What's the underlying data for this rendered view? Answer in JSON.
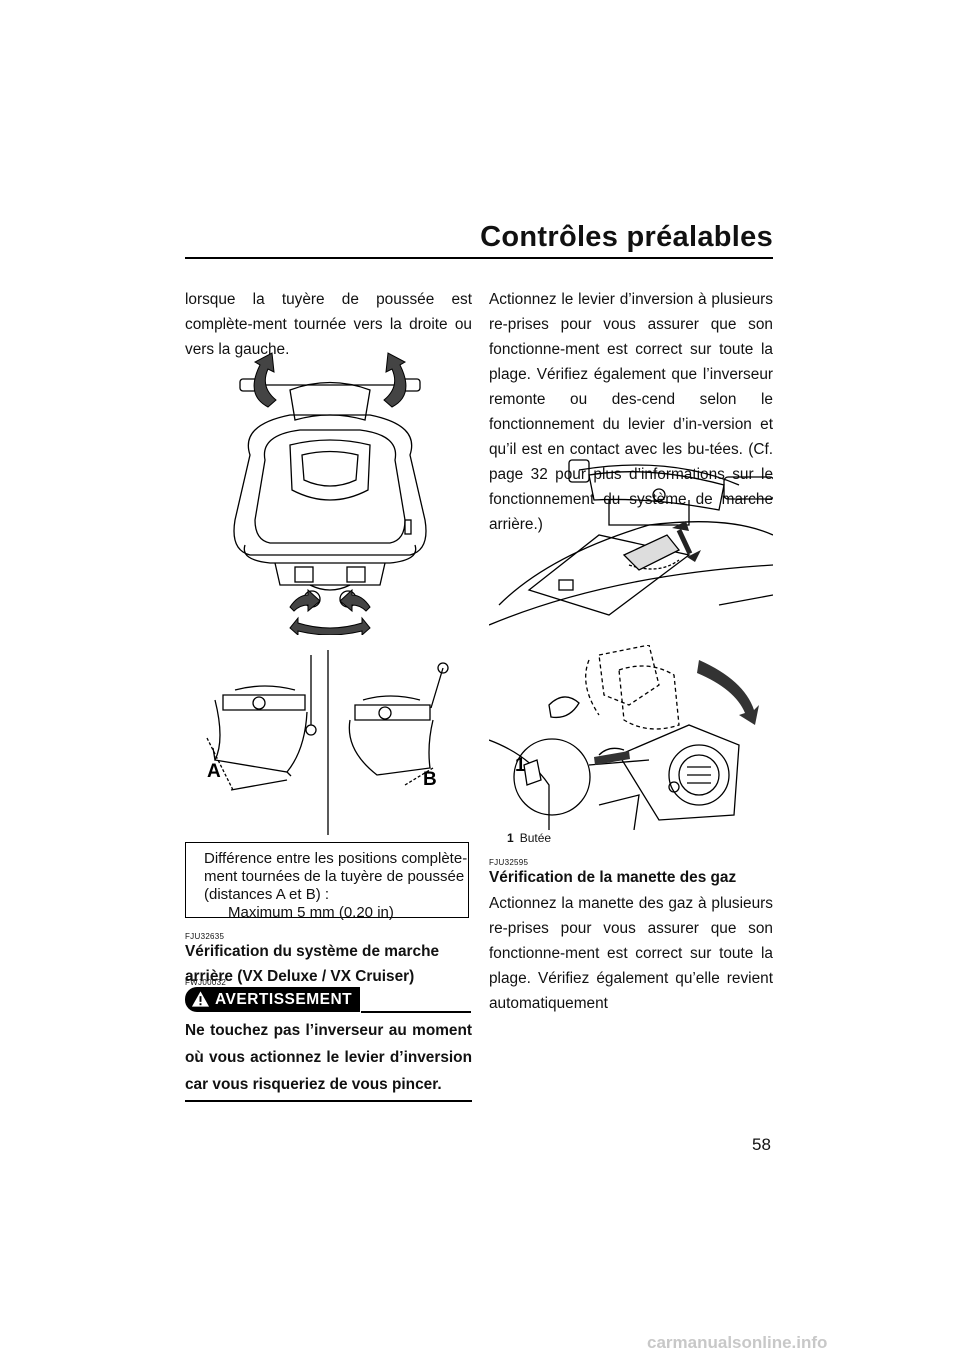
{
  "header": {
    "title": "Contrôles préalables"
  },
  "left_column": {
    "intro_text": "lorsque la tuyère de poussée est complète-ment tournée vers la droite ou vers la gauche.",
    "figure_labels": {
      "a": "A",
      "b": "B"
    },
    "spec_box": {
      "line1": "Différence entre les positions complète-",
      "line2": "ment tournées de la tuyère de poussée",
      "line3": "(distances A et B) :",
      "value": "Maximum 5 mm (0.20 in)"
    },
    "section_code": "FJU32635",
    "section_heading": "Vérification du système de marche arrière (VX Deluxe / VX Cruiser)",
    "warning_code": "FWJ00032",
    "warning_label": "AVERTISSEMENT",
    "warning_text": "Ne touchez pas l’inverseur au moment où vous actionnez le levier d’inversion car vous risqueriez de vous pincer."
  },
  "right_column": {
    "intro_text": "Actionnez le levier d’inversion à plusieurs re-prises pour vous assurer que son fonctionne-ment est correct sur toute la plage. Vérifiez également que l’inverseur remonte ou des-cend selon le fonctionnement du levier d’in-version et qu’il est en contact avec les bu-tées. (Cf. page 32 pour plus d’informations sur le fonctionnement du système de marche arrière.)",
    "callout_number": "1",
    "caption_number": "1",
    "caption_text": "Butée",
    "section_code": "FJU32595",
    "section_heading": "Vérification de la manette des gaz",
    "section_text": "Actionnez la manette des gaz à plusieurs re-prises pour vous assurer que son fonctionne-ment est correct sur toute la plage. Vérifiez également qu’elle revient automatiquement"
  },
  "page_number": "58",
  "footer": {
    "watermark": "carmanualsonline.info"
  }
}
